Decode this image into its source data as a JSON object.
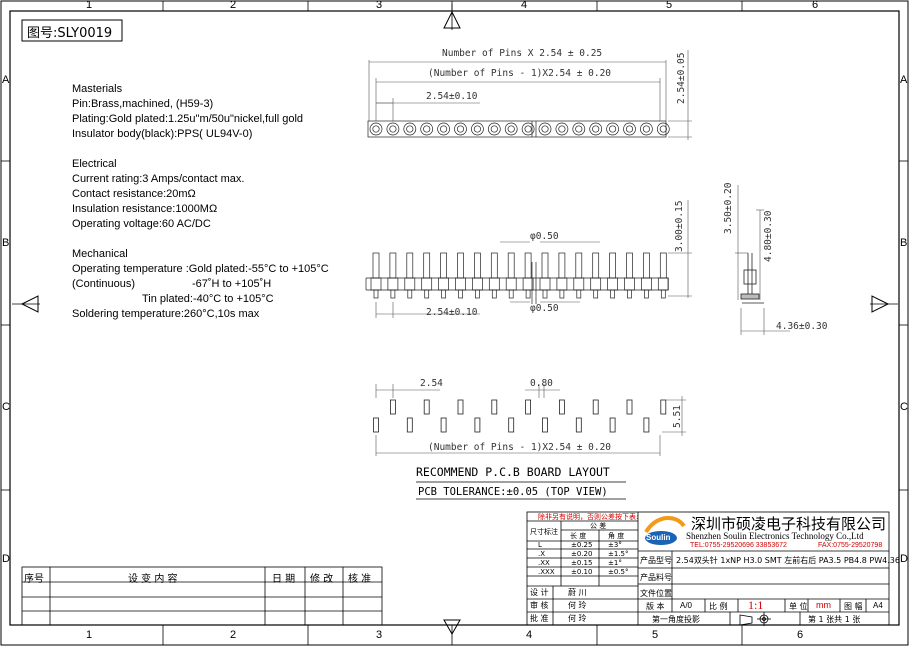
{
  "drawing_no": "图号:SLY0019",
  "zones": {
    "top": [
      "1",
      "2",
      "3",
      "4",
      "5",
      "6"
    ],
    "bottom": [
      "1",
      "2",
      "3",
      "4",
      "5",
      "6"
    ],
    "left": [
      "A",
      "B",
      "C",
      "D"
    ],
    "right": [
      "A",
      "B",
      "C",
      "D"
    ]
  },
  "specs": {
    "materials": {
      "heading": "Masterials",
      "lines": [
        "Pin:Brass,machined, (H59-3)",
        "Plating:Gold plated:1.25u\"m/50u\"nickel,full gold",
        "Insulator body(black):PPS( UL94V-0)"
      ]
    },
    "electrical": {
      "heading": "Electrical",
      "lines": [
        "Current rating:3 Amps/contact max.",
        "Contact resistance:20mΩ",
        "Insulation resistance:1000MΩ",
        "Operating voltage:60 AC/DC"
      ]
    },
    "mechanical": {
      "heading": "Mechanical",
      "line1": "Operating temperature :Gold plated:-55°C to +105°C",
      "line2a": "(Continuous)",
      "line2b": "-67˚H  to +105˚H",
      "line3": "Tin plated:-40°C to +105°C",
      "line4": "Soldering temperature:260°C,10s max"
    }
  },
  "dims": {
    "total_length": "Number of Pins X 2.54 ± 0.25",
    "pitch_total": "(Number of Pins - 1)X2.54 ± 0.20",
    "pitch_top": "2.54±0.10",
    "height_top": "2.54±0.05",
    "pin_dia_top": "φ0.50",
    "pin_dia_bottom": "φ0.50",
    "height_side": "3.00±0.15",
    "pitch_side": "2.54±0.10",
    "side_a": "3.50±0.20",
    "side_b": "4.80±0.30",
    "side_c": "4.36±0.30",
    "pcb_pitch": "2.54",
    "pcb_pad_w": "0.80",
    "pcb_pad_h": "5.51",
    "pcb_total": "(Number of Pins - 1)X2.54 ± 0.20"
  },
  "pcb": {
    "title": "RECOMMEND P.C.B BOARD LAYOUT",
    "tolerance": "PCB TOLERANCE:±0.05 (TOP VIEW)"
  },
  "revision_table": {
    "headers": [
      "序号",
      "设 变 内 容",
      "日 期",
      "修 改",
      "核 准"
    ]
  },
  "title_block": {
    "note": "除非另有说明，否则公差按下表:",
    "tolerance_headers": [
      "尺寸标注",
      "公 差",
      "长 度",
      "角 度"
    ],
    "tolerances": [
      [
        "L",
        "±0.25",
        "±3°"
      ],
      [
        ".X",
        "±0.20",
        "±1.5°"
      ],
      [
        ".XX",
        "±0.15",
        "±1°"
      ],
      [
        ".XXX",
        "±0.10",
        "±0.5°"
      ]
    ],
    "design_label": "设 计",
    "design_name": "蔚 川",
    "review_label": "审 核",
    "review_name": "何 玲",
    "approve_label": "批 准",
    "approve_name": "何 玲",
    "logo_text": "Soulin",
    "company_cn": "深圳市硕凌电子科技有限公司",
    "company_en": "Shenzhen Soulin Electronics Technology Co.,Ltd",
    "tel": "TEL:0755-29520696 33853672",
    "fax": "FAX:0755-29520798",
    "product_model_label": "产品型号",
    "product_model": "2.54双头针 1xNP H3.0 SMT 左前右后 PA3.5 PB4.8 PW4.36",
    "part_no_label": "产品料号",
    "file_label": "文件位置",
    "version_label": "版 本",
    "version": "A/0",
    "scale_label": "比 例",
    "scale": "1:1",
    "unit_label": "单 位",
    "unit": "mm",
    "size_label": "图 幅",
    "size": "A4",
    "projection": "第一角度投影",
    "sheet": "第 1 张共 1 张"
  }
}
